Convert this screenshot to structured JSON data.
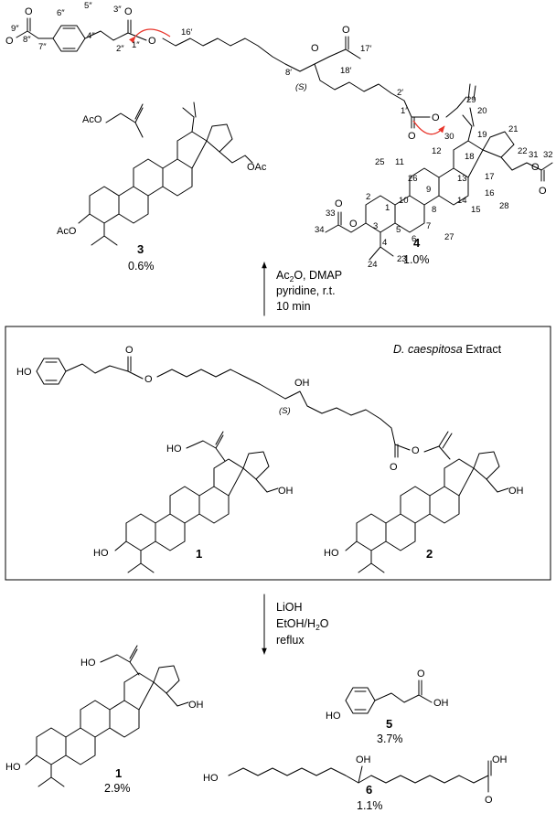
{
  "step1": {
    "reagent_line1_prefix": "Ac",
    "reagent_line1_sub": "2",
    "reagent_line1_suffix": "O, DMAP",
    "reagent_line2": "pyridine, r.t.",
    "reagent_line3": "10 min"
  },
  "step2": {
    "reagent_line1": "LiOH",
    "reagent_line2_prefix": "EtOH/H",
    "reagent_line2_sub": "2",
    "reagent_line2_suffix": "O",
    "reagent_line3": "reflux"
  },
  "extract_box": {
    "title_italic": "D. caespitosa",
    "title_rest": " Extract"
  },
  "compounds": {
    "c1_label": "1",
    "c1_yield": "2.9%",
    "c2_label": "2",
    "c3_label": "3",
    "c3_yield": "0.6%",
    "c4_label": "4",
    "c4_yield": "1.0%",
    "c5_label": "5",
    "c5_yield": "3.7%",
    "c6_label": "6",
    "c6_yield": "1.1%"
  },
  "atoms": {
    "oh": "OH",
    "ho": "HO",
    "o": "O",
    "oac": "OAc",
    "aco": "AcO",
    "stereo_s": "(S)"
  },
  "locants": {
    "n9pp": "9″",
    "n8pp": "8″",
    "n7pp": "7″",
    "n6pp": "6″",
    "n5pp": "5″",
    "n4pp": "4″",
    "n3pp": "3″",
    "n2pp": "2″",
    "n1pp": "1″",
    "n16p": "16′",
    "n8p": "8′",
    "n17p": "17′",
    "n18p": "18′",
    "n2p": "2′",
    "n1p": "1′",
    "n1": "1",
    "n2": "2",
    "n3": "3",
    "n4": "4",
    "n5": "5",
    "n6": "6",
    "n7": "7",
    "n8": "8",
    "n9": "9",
    "n10": "10",
    "n11": "11",
    "n12": "12",
    "n13": "13",
    "n14": "14",
    "n15": "15",
    "n16": "16",
    "n17": "17",
    "n18": "18",
    "n19": "19",
    "n20": "20",
    "n21": "21",
    "n22": "22",
    "n23": "23",
    "n24": "24",
    "n25": "25",
    "n26": "26",
    "n27": "27",
    "n28": "28",
    "n29": "29",
    "n30": "30",
    "n31": "31",
    "n32": "32",
    "n33": "33",
    "n34": "34"
  }
}
